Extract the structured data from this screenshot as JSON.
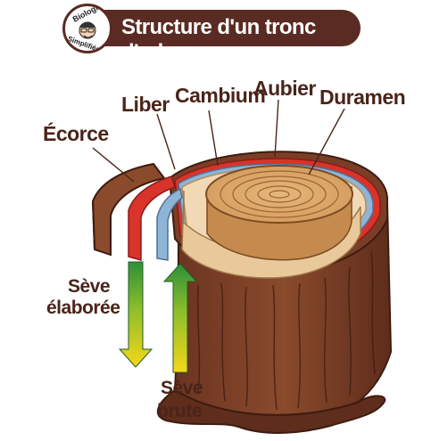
{
  "header": {
    "title": "Structure d'un tronc d'arbre",
    "logo_top_text": "Biologie",
    "logo_bottom_text": "Simplifiée"
  },
  "labels": {
    "ecorce": "Écorce",
    "liber": "Liber",
    "cambium": "Cambium",
    "aubier": "Aubier",
    "duramen": "Duramen"
  },
  "sap": {
    "elaboree_line1": "Sève",
    "elaboree_line2": "élaborée",
    "brute_line1": "Sève",
    "brute_line2": "brute"
  },
  "colors": {
    "banner": "#5a2b22",
    "label_text": "#4a2419",
    "bark_brown": "#7a3e26",
    "liber_red": "#d9332b",
    "cambium_blue": "#7fa7c9",
    "sapwood": "#f1d9b5",
    "heartwood": "#d9a86a",
    "sap_green": "#3a9a3a",
    "sap_yellow": "#f2d21c"
  }
}
